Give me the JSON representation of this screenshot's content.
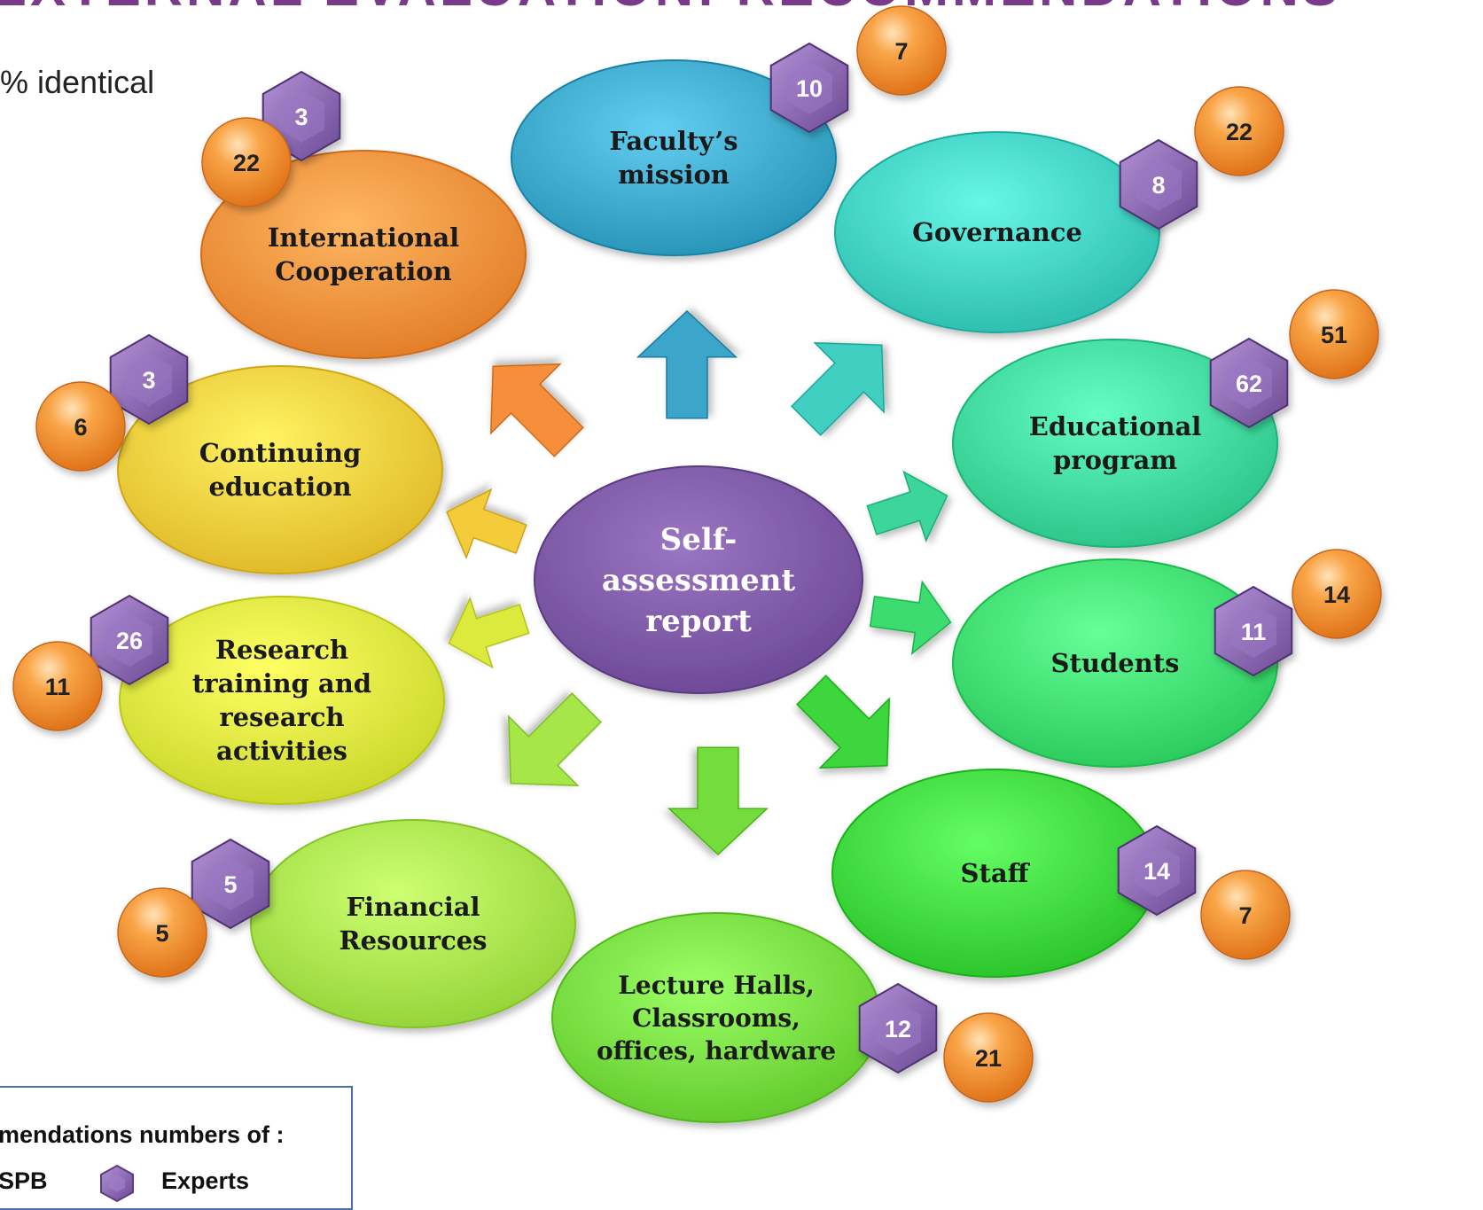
{
  "header": {
    "title_fragment": "EXTERNAL EVALUATION: RECOMMENDATIONS",
    "subtitle_fragment": "% identical"
  },
  "center": {
    "lines": [
      "Self-",
      "assessment",
      "report"
    ]
  },
  "areas": [
    {
      "id": "faculty-mission",
      "lines": [
        "Faculty’s",
        "mission"
      ],
      "color": "#3aa6c9",
      "spb": "7",
      "experts": "10"
    },
    {
      "id": "governance",
      "lines": [
        "Governance"
      ],
      "color": "#3fcfc0",
      "spb": "22",
      "experts": "8"
    },
    {
      "id": "educational-program",
      "lines": [
        "Educational",
        "program"
      ],
      "color": "#3dd69a",
      "spb": "51",
      "experts": "62"
    },
    {
      "id": "students",
      "lines": [
        "Students"
      ],
      "color": "#3ddc6f",
      "spb": "14",
      "experts": "11"
    },
    {
      "id": "staff",
      "lines": [
        "Staff"
      ],
      "color": "#3cd63c",
      "spb": "7",
      "experts": "14"
    },
    {
      "id": "lecture-halls",
      "lines": [
        "Lecture Halls,",
        "Classrooms,",
        "offices, hardware"
      ],
      "color": "#74dc3e",
      "spb": "21",
      "experts": "12"
    },
    {
      "id": "financial-resources",
      "lines": [
        "Financial",
        "Resources"
      ],
      "color": "#a6e64a",
      "spb": "5",
      "experts": "5"
    },
    {
      "id": "research",
      "lines": [
        "Research",
        "training and",
        "research",
        "activities"
      ],
      "color": "#dcea3c",
      "spb": "11",
      "experts": "26"
    },
    {
      "id": "continuing-education",
      "lines": [
        "Continuing",
        "education"
      ],
      "color": "#f3cb3a",
      "spb": "6",
      "experts": "3"
    },
    {
      "id": "international-cooperation",
      "lines": [
        "International",
        "Cooperation"
      ],
      "color": "#f58f3a",
      "spb": "22",
      "experts": "3"
    }
  ],
  "legend": {
    "title": "mendations numbers of :",
    "spb_label": "SPB",
    "experts_label": "Experts"
  },
  "colors": {
    "center": "#7d56a3",
    "spb_badge": "#f08a2c",
    "experts_hex": "#8a63b0"
  }
}
